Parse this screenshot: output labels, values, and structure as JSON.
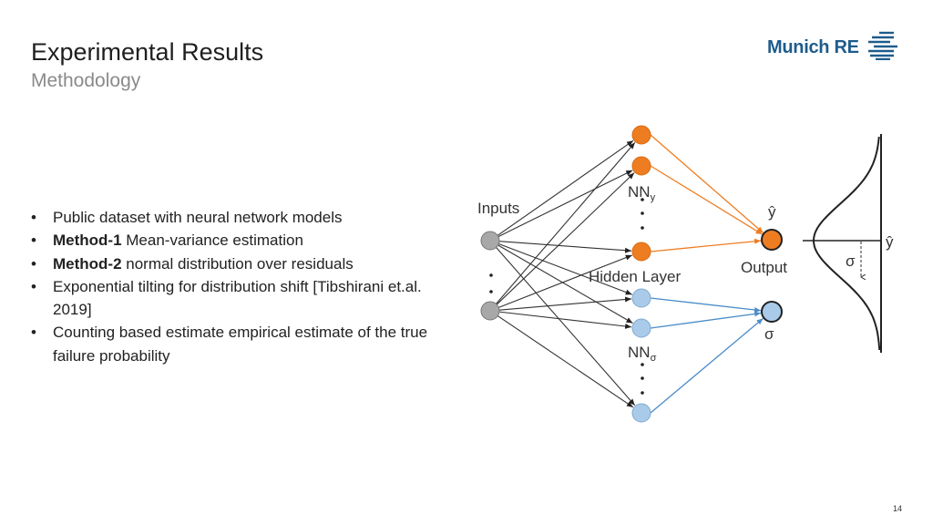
{
  "header": {
    "title": "Experimental Results",
    "subtitle": "Methodology"
  },
  "logo": {
    "text": "Munich RE",
    "brand_color": "#1e5c8c"
  },
  "bullets": [
    {
      "bold": "",
      "text": "Public dataset with neural network models"
    },
    {
      "bold": "Method-1",
      "text": " Mean-variance estimation"
    },
    {
      "bold": "Method-2",
      "text": " normal distribution over residuals"
    },
    {
      "bold": "",
      "text": "Exponential tilting for distribution shift [Tibshirani et.al. 2019]"
    },
    {
      "bold": "",
      "text": "Counting based estimate empirical estimate of the true failure probability"
    }
  ],
  "diagram": {
    "inputs_label": "Inputs",
    "nn_y_label": "NN",
    "nn_y_sub": "y",
    "hidden_label": "Hidden Layer",
    "nn_sigma_label": "NN",
    "nn_sigma_sub": "σ",
    "yhat_label": "ŷ",
    "output_label": "Output",
    "sigma_label": "σ",
    "gauss_yhat": "ŷ",
    "gauss_sigma": "σ",
    "colors": {
      "orange": "#ee7d22",
      "blue": "#a9cbe9",
      "input": "#a8a8a8"
    }
  },
  "footer": {
    "page_number": "14"
  }
}
